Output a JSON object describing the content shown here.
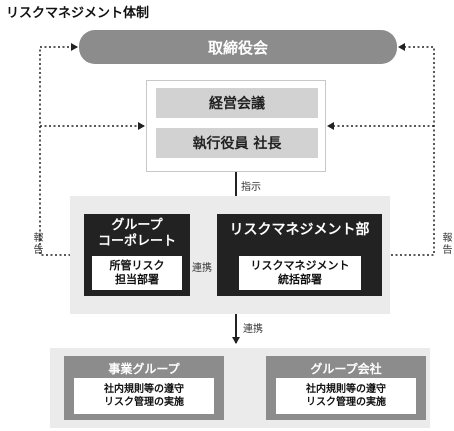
{
  "title": "リスクマネジメント体制",
  "board": "取締役会",
  "management": {
    "meeting": "経営会議",
    "executives": "執行役員 社長"
  },
  "instruction_label": "指示",
  "report_label": "報告",
  "liaison_label": "連携",
  "group_corporate": {
    "title": "グループ\nコーポレート",
    "dept": "所管リスク\n担当部署"
  },
  "risk_management_dept": {
    "title": "リスクマネジメント部",
    "unit": "リスクマネジメント\n統括部署"
  },
  "business_group": {
    "title": "事業グループ",
    "body": "社内規則等の遵守\nリスク管理の実施"
  },
  "group_companies": {
    "title": "グループ会社",
    "body": "社内規則等の遵守\nリスク管理の実施"
  },
  "colors": {
    "dark": "#222222",
    "mid_gray": "#8c8c8c",
    "light_gray": "#d2d2d2",
    "background_gray": "#ebebeb"
  }
}
